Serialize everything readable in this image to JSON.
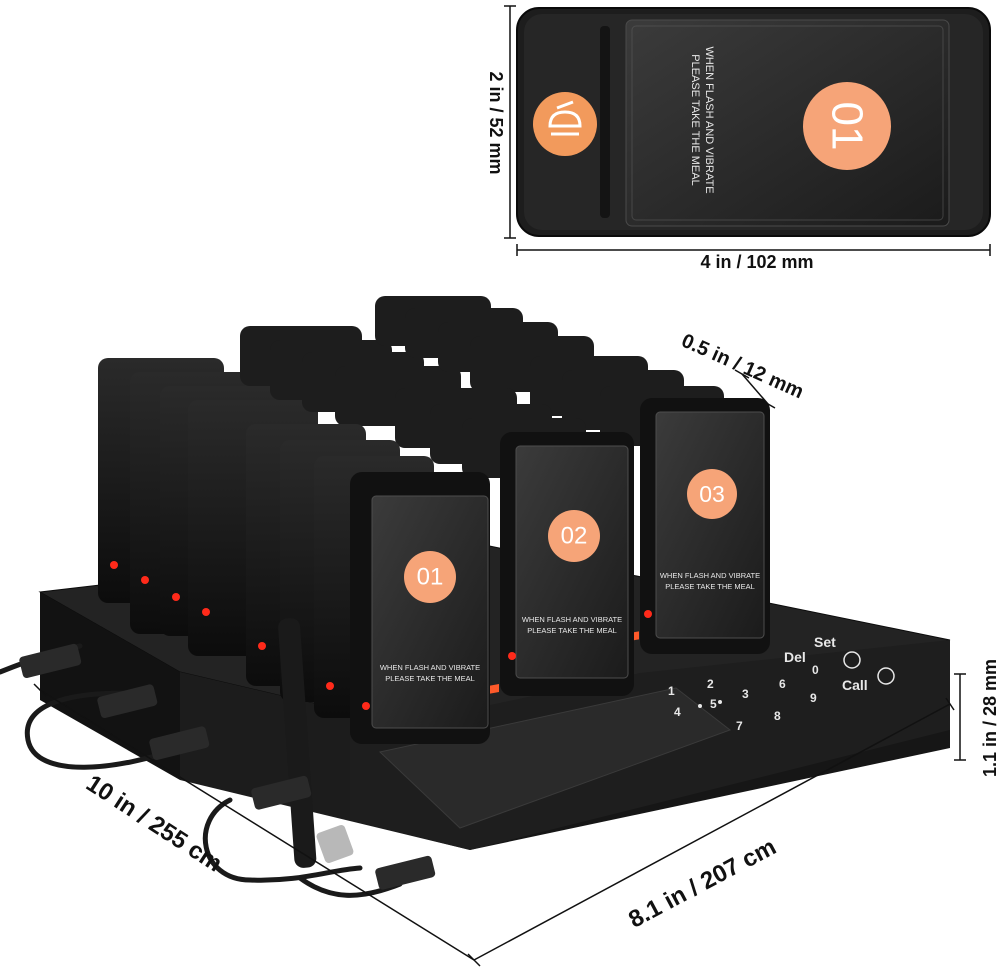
{
  "top_pager": {
    "number": "01",
    "line1": "WHEN FLASH AND VIBRATE",
    "line2": "PLEASE TAKE THE MEAL",
    "logo_icon": "chef-hat-icon",
    "accent_color": "#f29a5c"
  },
  "dimensions": {
    "pager_height": "2 in / 52 mm",
    "pager_width": "4 in / 102 mm",
    "pager_thickness": "0.5 in / 12 mm",
    "base_height": "1.1 in / 28 mm",
    "base_length": "10 in / 255 cm",
    "base_width": "8.1 in / 207 cm"
  },
  "front_pagers": [
    {
      "number": "01"
    },
    {
      "number": "02"
    },
    {
      "number": "03"
    }
  ],
  "front_pager_text": {
    "line1": "WHEN FLASH AND VIBRATE",
    "line2": "PLEASE TAKE THE MEAL"
  },
  "keypad": {
    "keys": [
      "Del",
      "Set",
      "1",
      "2",
      "3",
      "4",
      "5",
      "6",
      "0",
      "7",
      "8",
      "9",
      "Call"
    ]
  },
  "colors": {
    "device_body": "#161616",
    "led_red": "#ff2a1a",
    "display_orange": "#ff5a2a"
  }
}
